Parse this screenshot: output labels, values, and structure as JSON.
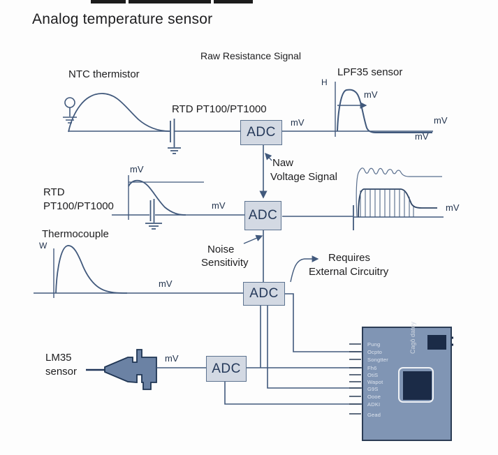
{
  "title": "Analog temperature sensor",
  "signals": {
    "raw_resistance": "Raw Resistance Signal",
    "raw_voltage_line1": "Naw",
    "raw_voltage_line2": "Voltage Signal",
    "noise_line1": "Noise",
    "noise_line2": "Sensitivity",
    "requires_line1": "Requires",
    "requires_line2": "External Circuitry"
  },
  "sensors": {
    "ntc": "NTC thermistor",
    "rtd_inline": "RTD PT100/PT1000",
    "rtd_line1": "RTD",
    "rtd_line2": "PT100/PT1000",
    "thermocouple": "Thermocouple",
    "lm35_line1": "LM35",
    "lm35_line2": "sensor",
    "lpf35": "LPF35 sensor"
  },
  "units": {
    "mv": "mV",
    "h": "H",
    "w": "W"
  },
  "adc": {
    "label": "ADC"
  },
  "chip": {
    "pins": [
      "Pung",
      "Ocpto",
      "Songtter",
      "Fh6",
      "OtiS",
      "Wapot",
      "G9S",
      "Oooe",
      "ADKI",
      "Gead"
    ],
    "side_text": "Cagô datey"
  },
  "colors": {
    "line": "#41597c",
    "adc_fill": "#d3d9e3",
    "adc_border": "#5d7390",
    "chip_fill": "#8095b4",
    "chip_border": "#2b3c55",
    "dark_navy": "#1b2b47",
    "text": "#1d1d1f",
    "pin_text": "#dce3ed"
  }
}
